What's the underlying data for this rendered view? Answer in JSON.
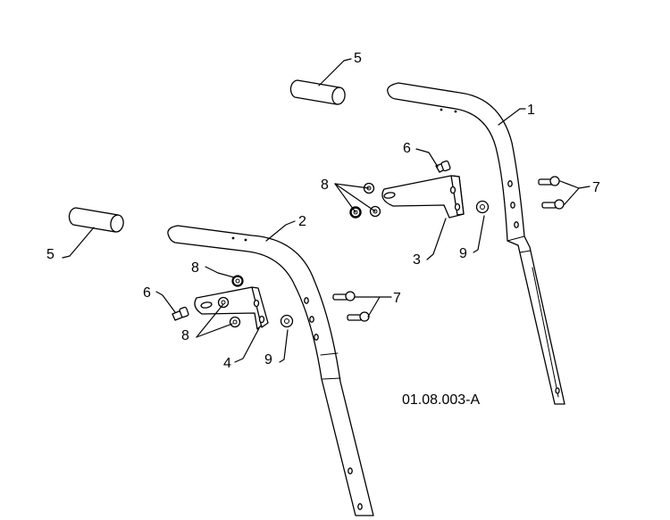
{
  "diagram": {
    "drawing_number": "01.08.003-A",
    "callouts": {
      "c5_top": "5",
      "c1": "1",
      "c6_top": "6",
      "c8_top": "8",
      "c7_right": "7",
      "c3": "3",
      "c9_right": "9",
      "c2": "2",
      "c5_left": "5",
      "c8_lower_top": "8",
      "c6_left": "6",
      "c7_lower": "7",
      "c8_lower": "8",
      "c4": "4",
      "c9_lower": "9"
    }
  }
}
